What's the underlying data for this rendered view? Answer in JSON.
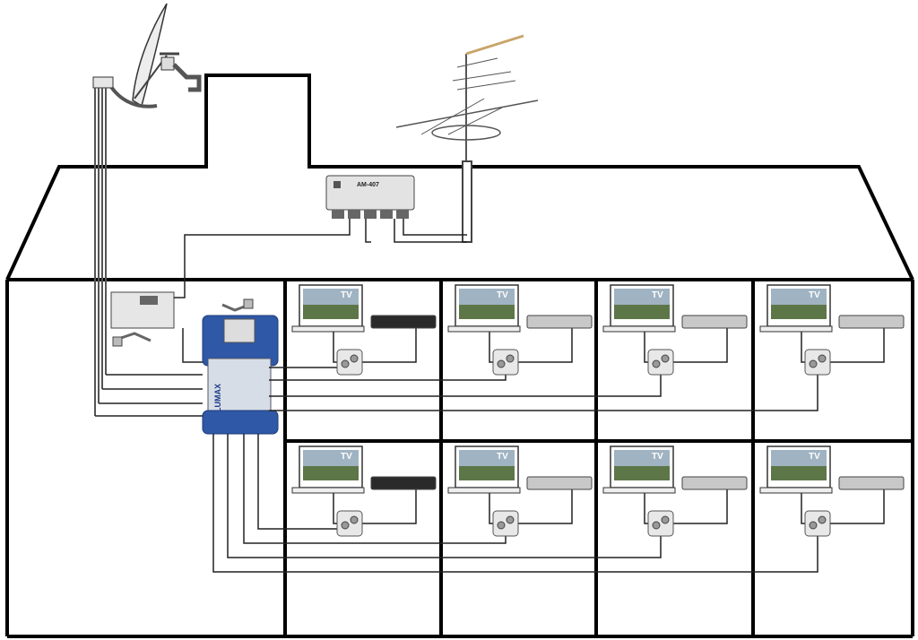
{
  "splitter": {
    "model": "AM-407"
  },
  "multiswitch": {
    "brand": "LUMAX"
  },
  "tv_label": "TV",
  "colors": {
    "outline": "#000000",
    "cable": "#222222",
    "multiswitch_blue": "#2f58a6",
    "device_grey": "#c8c8c8",
    "receiver_dark": "#2a2a2a",
    "screen_sky": "#9fb3c2",
    "screen_land": "#5d7648"
  },
  "icons": {
    "satellite": "satellite-dish-icon",
    "antenna": "terrestrial-antenna-icon",
    "tv": "tv-icon",
    "socket": "antenna-socket-icon",
    "receiver": "set-top-box-icon"
  }
}
